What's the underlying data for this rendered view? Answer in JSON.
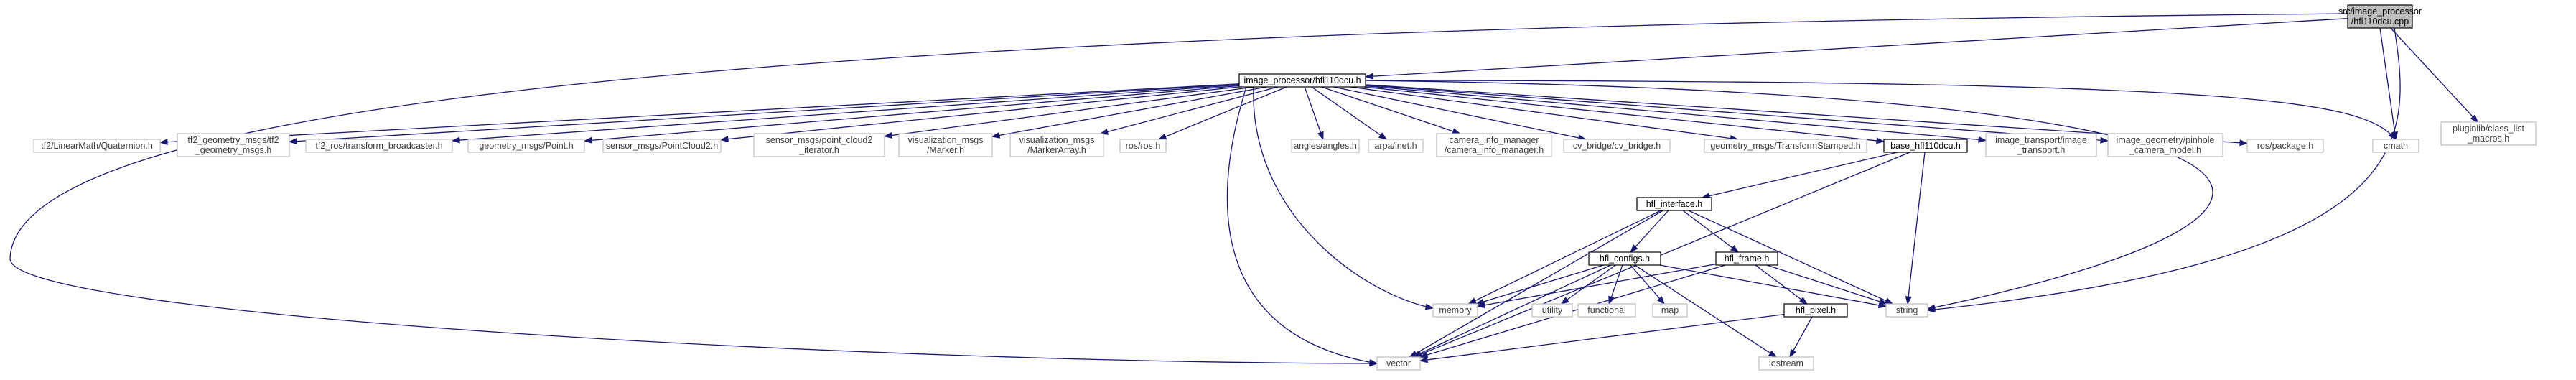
{
  "colors": {
    "edge": "#191970",
    "root_fill": "#bfbfbf",
    "included_border": "#bfbfbf",
    "project_border": "#000000"
  },
  "nodes": [
    {
      "id": "root",
      "lines": [
        "src/image_processor",
        "/hfl110dcu.cpp"
      ],
      "kind": "root"
    },
    {
      "id": "header",
      "lines": [
        "image_processor/hfl110dcu.h"
      ],
      "kind": "project"
    },
    {
      "id": "class_list",
      "lines": [
        "pluginlib/class_list",
        "_macros.h"
      ],
      "kind": "included"
    },
    {
      "id": "quaternion",
      "lines": [
        "tf2/LinearMath/Quaternion.h"
      ],
      "kind": "included"
    },
    {
      "id": "tf2_geo",
      "lines": [
        "tf2_geometry_msgs/tf2",
        "_geometry_msgs.h"
      ],
      "kind": "included"
    },
    {
      "id": "tf_broadcaster",
      "lines": [
        "tf2_ros/transform_broadcaster.h"
      ],
      "kind": "included"
    },
    {
      "id": "point",
      "lines": [
        "geometry_msgs/Point.h"
      ],
      "kind": "included"
    },
    {
      "id": "pointcloud2",
      "lines": [
        "sensor_msgs/PointCloud2.h"
      ],
      "kind": "included"
    },
    {
      "id": "pc2_iter",
      "lines": [
        "sensor_msgs/point_cloud2",
        "_iterator.h"
      ],
      "kind": "included"
    },
    {
      "id": "marker",
      "lines": [
        "visualization_msgs",
        "/Marker.h"
      ],
      "kind": "included"
    },
    {
      "id": "marker_array",
      "lines": [
        "visualization_msgs",
        "/MarkerArray.h"
      ],
      "kind": "included"
    },
    {
      "id": "ros",
      "lines": [
        "ros/ros.h"
      ],
      "kind": "included"
    },
    {
      "id": "angles",
      "lines": [
        "angles/angles.h"
      ],
      "kind": "included"
    },
    {
      "id": "inet",
      "lines": [
        "arpa/inet.h"
      ],
      "kind": "included"
    },
    {
      "id": "cam_info",
      "lines": [
        "camera_info_manager",
        "/camera_info_manager.h"
      ],
      "kind": "included"
    },
    {
      "id": "cv_bridge",
      "lines": [
        "cv_bridge/cv_bridge.h"
      ],
      "kind": "included"
    },
    {
      "id": "tf_stamped",
      "lines": [
        "geometry_msgs/TransformStamped.h"
      ],
      "kind": "included"
    },
    {
      "id": "base",
      "lines": [
        "base_hfl110dcu.h"
      ],
      "kind": "project"
    },
    {
      "id": "img_transport",
      "lines": [
        "image_transport/image",
        "_transport.h"
      ],
      "kind": "included"
    },
    {
      "id": "pinhole",
      "lines": [
        "image_geometry/pinhole",
        "_camera_model.h"
      ],
      "kind": "included"
    },
    {
      "id": "package",
      "lines": [
        "ros/package.h"
      ],
      "kind": "included"
    },
    {
      "id": "cmath",
      "lines": [
        "cmath"
      ],
      "kind": "included"
    },
    {
      "id": "hfl_interface",
      "lines": [
        "hfl_interface.h"
      ],
      "kind": "project"
    },
    {
      "id": "hfl_configs",
      "lines": [
        "hfl_configs.h"
      ],
      "kind": "project"
    },
    {
      "id": "hfl_frame",
      "lines": [
        "hfl_frame.h"
      ],
      "kind": "project"
    },
    {
      "id": "memory",
      "lines": [
        "memory"
      ],
      "kind": "included"
    },
    {
      "id": "utility",
      "lines": [
        "utility"
      ],
      "kind": "included"
    },
    {
      "id": "functional",
      "lines": [
        "functional"
      ],
      "kind": "included"
    },
    {
      "id": "map",
      "lines": [
        "map"
      ],
      "kind": "included"
    },
    {
      "id": "string",
      "lines": [
        "string"
      ],
      "kind": "included"
    },
    {
      "id": "hfl_pixel",
      "lines": [
        "hfl_pixel.h"
      ],
      "kind": "project"
    },
    {
      "id": "vector",
      "lines": [
        "vector"
      ],
      "kind": "included"
    },
    {
      "id": "iostream",
      "lines": [
        "iostream"
      ],
      "kind": "included"
    }
  ],
  "edges": [
    [
      "root",
      "header"
    ],
    [
      "root",
      "class_list"
    ],
    [
      "root",
      "cmath"
    ],
    [
      "root",
      "string"
    ],
    [
      "root",
      "vector"
    ],
    [
      "header",
      "quaternion"
    ],
    [
      "header",
      "tf2_geo"
    ],
    [
      "header",
      "tf_broadcaster"
    ],
    [
      "header",
      "point"
    ],
    [
      "header",
      "pointcloud2"
    ],
    [
      "header",
      "pc2_iter"
    ],
    [
      "header",
      "marker"
    ],
    [
      "header",
      "marker_array"
    ],
    [
      "header",
      "ros"
    ],
    [
      "header",
      "angles"
    ],
    [
      "header",
      "inet"
    ],
    [
      "header",
      "cam_info"
    ],
    [
      "header",
      "cv_bridge"
    ],
    [
      "header",
      "tf_stamped"
    ],
    [
      "header",
      "base"
    ],
    [
      "header",
      "img_transport"
    ],
    [
      "header",
      "pinhole"
    ],
    [
      "header",
      "package"
    ],
    [
      "header",
      "cmath"
    ],
    [
      "header",
      "memory"
    ],
    [
      "header",
      "vector"
    ],
    [
      "header",
      "string"
    ],
    [
      "base",
      "hfl_interface"
    ],
    [
      "base",
      "vector"
    ],
    [
      "base",
      "string"
    ],
    [
      "hfl_interface",
      "hfl_configs"
    ],
    [
      "hfl_interface",
      "hfl_frame"
    ],
    [
      "hfl_interface",
      "memory"
    ],
    [
      "hfl_interface",
      "vector"
    ],
    [
      "hfl_interface",
      "string"
    ],
    [
      "hfl_configs",
      "memory"
    ],
    [
      "hfl_configs",
      "utility"
    ],
    [
      "hfl_configs",
      "functional"
    ],
    [
      "hfl_configs",
      "map"
    ],
    [
      "hfl_configs",
      "vector"
    ],
    [
      "hfl_configs",
      "string"
    ],
    [
      "hfl_configs",
      "iostream"
    ],
    [
      "hfl_frame",
      "hfl_pixel"
    ],
    [
      "hfl_frame",
      "string"
    ],
    [
      "hfl_frame",
      "memory"
    ],
    [
      "hfl_frame",
      "vector"
    ],
    [
      "hfl_pixel",
      "vector"
    ],
    [
      "hfl_pixel",
      "iostream"
    ]
  ]
}
